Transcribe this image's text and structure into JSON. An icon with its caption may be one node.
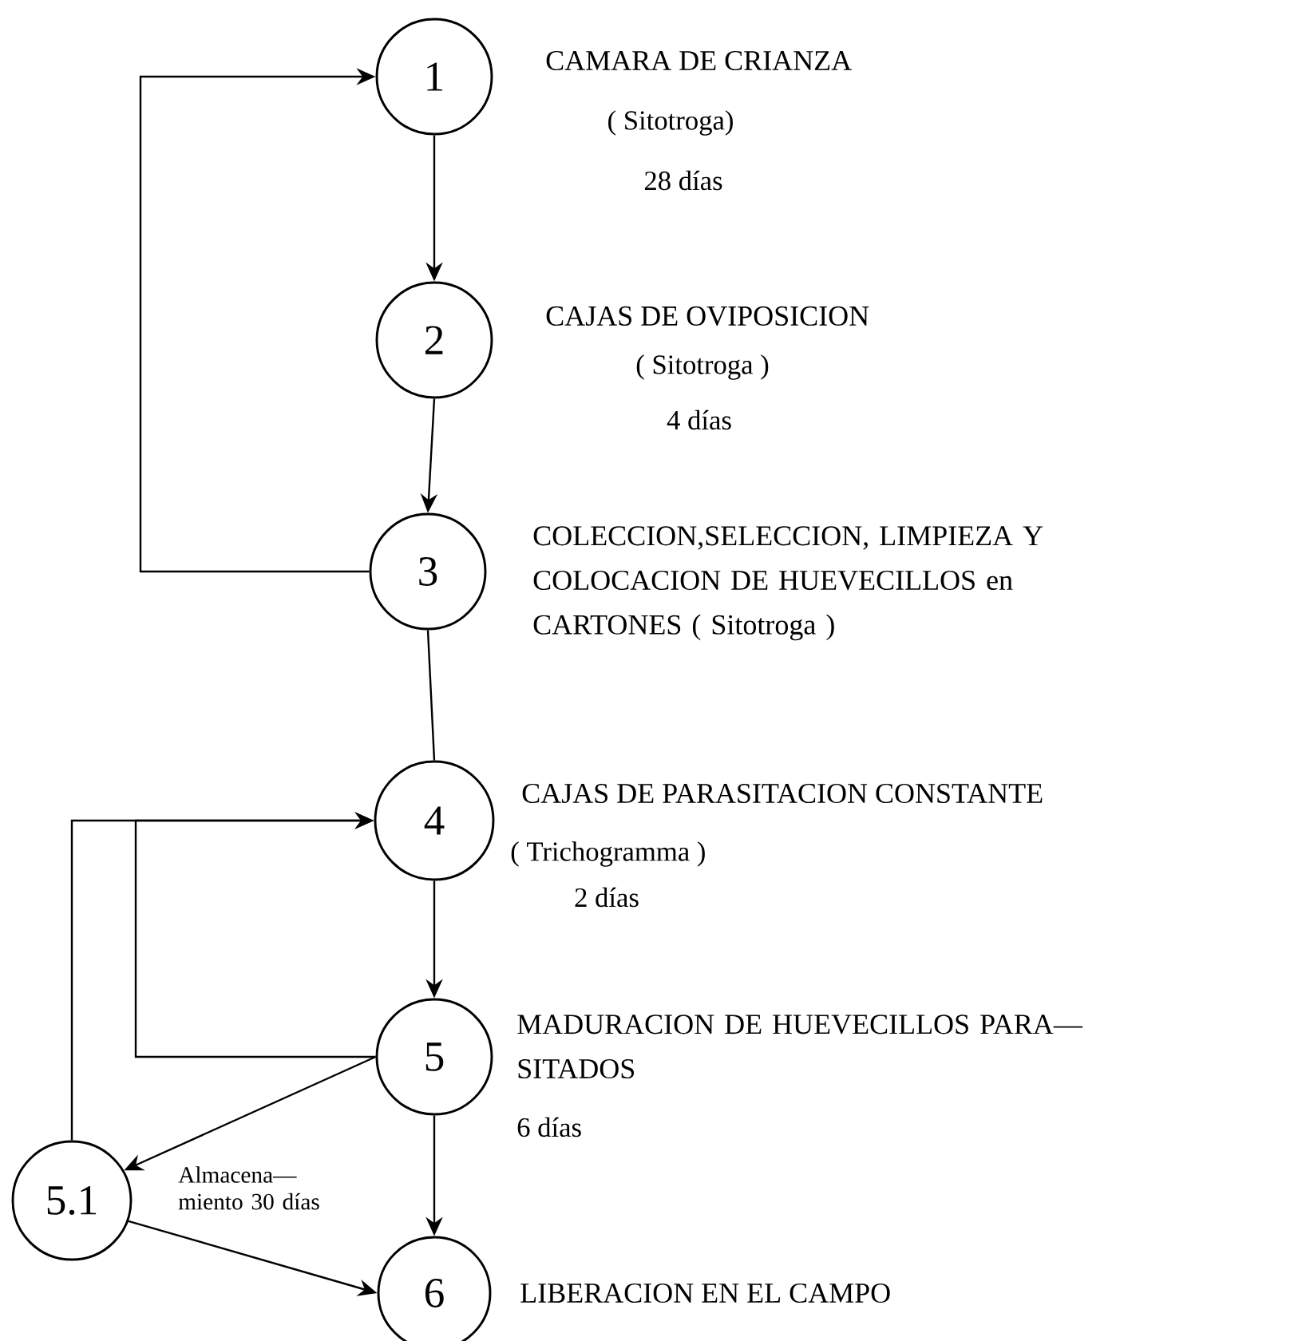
{
  "diagram": {
    "nodes": [
      {
        "text": [
          "1"
        ],
        "beside": [
          "CAMARA DE CRIANZA",
          "( Sitotroga)",
          "28 días"
        ]
      },
      {
        "text": [
          "2"
        ],
        "beside": [
          "CAJAS DE OVIPOSICION",
          "( Sitotroga )",
          "4 días"
        ]
      },
      {
        "text": [
          "3"
        ],
        "beside": [
          "COLECCION,SELECCION, LIMPIEZA Y COLOCACION DE HUEVECILLOS en CARTONES ( Sitotroga )"
        ]
      },
      {
        "text": [
          "4"
        ],
        "beside": [
          "CAJAS DE PARASITACION CONSTANTE",
          "( Trichogramma )",
          "2 días"
        ]
      },
      {
        "text": [
          "5"
        ],
        "beside": [
          "MADURACION DE HUEVECILLOS PARA— SITADOS",
          "6 días"
        ]
      },
      {
        "text": [
          "5.1"
        ],
        "beside": [
          "Almacena— miento 30 días"
        ]
      },
      {
        "text": [
          "6"
        ],
        "beside": [
          "LIBERACION EN EL CAMPO"
        ]
      }
    ],
    "edges": [
      {
        "from": 2,
        "to": 0,
        "arrow": "to"
      },
      {
        "from": 0,
        "to": 1,
        "arrow": "to"
      },
      {
        "from": 1,
        "to": 2,
        "arrow": "to"
      },
      {
        "from": 2,
        "to": 3,
        "arrow": "none"
      },
      {
        "from": 3,
        "to": 4,
        "arrow": "to"
      },
      {
        "from": 4,
        "to": 3,
        "arrow": "to"
      },
      {
        "from": 4,
        "to": 5,
        "arrow": "to"
      },
      {
        "from": 4,
        "to": 6,
        "arrow": "to"
      },
      {
        "from": 5,
        "to": 3,
        "arrow": "to"
      },
      {
        "from": 5,
        "to": 6,
        "arrow": "to"
      }
    ]
  }
}
